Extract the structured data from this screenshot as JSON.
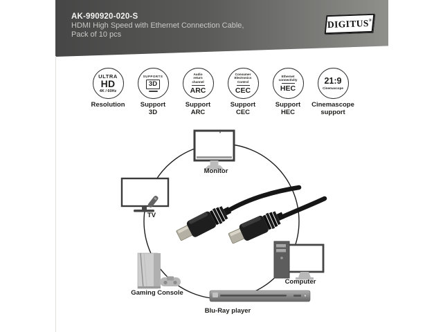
{
  "header": {
    "product_code": "AK-990920-020-S",
    "description_line1": "HDMI High Speed with Ethernet Connection Cable,",
    "description_line2": "Pack of 10 pcs",
    "brand": "DIGITUS",
    "brand_mark": "®"
  },
  "colors": {
    "header_gradient_start": "#464646",
    "header_gradient_end": "#8f8f8c",
    "ink": "#1d1d1b",
    "badge_border": "#2d2d2d"
  },
  "badges": [
    {
      "top": "ULTRA",
      "main": "HD",
      "sub": "4K / 60Hz",
      "label1": "Resolution",
      "label2": ""
    },
    {
      "top": "SUPPORTS",
      "main": "3D",
      "label1": "Support",
      "label2": "3D"
    },
    {
      "line1": "Audio",
      "line2": "return",
      "line3": "channel",
      "main": "ARC",
      "label1": "Support",
      "label2": "ARC"
    },
    {
      "line1": "Consumer",
      "line2": "Electronics",
      "line3": "Control",
      "main": "CEC",
      "label1": "Support",
      "label2": "CEC"
    },
    {
      "line1": "Ethernet",
      "line2": "connectivity",
      "main": "HEC",
      "label1": "Support",
      "label2": "HEC"
    },
    {
      "main": "21:9",
      "sub": "Cinemascope",
      "label1": "Cinemascope",
      "label2": "support"
    }
  ],
  "diagram": {
    "labels": {
      "monitor": "Monitor",
      "tv": "TV",
      "gaming_console": "Gaming Console",
      "bluray": "Blu-Ray player",
      "computer": "Computer"
    }
  }
}
